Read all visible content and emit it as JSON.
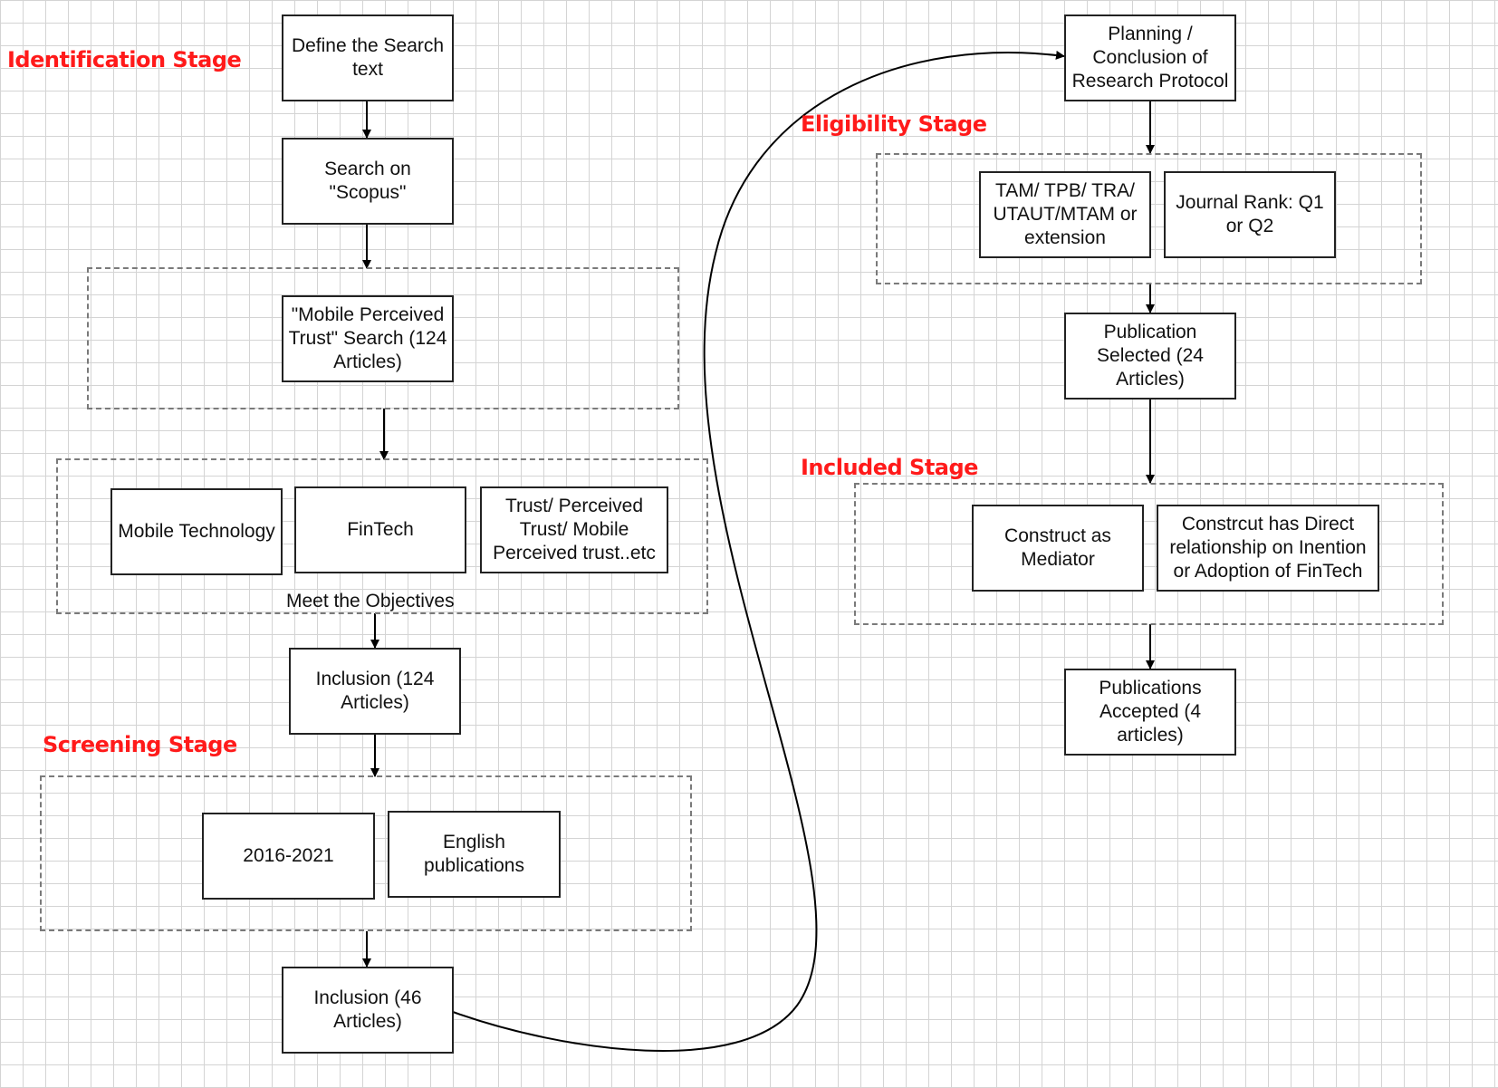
{
  "stages": {
    "identification": "Identification Stage",
    "eligibility": "Eligibility Stage",
    "included": "Included Stage",
    "screening": "Screening Stage"
  },
  "nodes": {
    "define_search": "Define the Search text",
    "search_scopus": "Search on \"Scopus\"",
    "mobile_trust_search": "\"Mobile Perceived Trust\" Search (124 Articles)",
    "mobile_technology": "Mobile Technology",
    "fintech": "FinTech",
    "trust_terms": "Trust/ Perceived Trust/ Mobile Perceived trust..etc",
    "meet_objectives": "Meet the Objectives",
    "inclusion_124": "Inclusion (124 Articles)",
    "years": "2016-2021",
    "english": "English publications",
    "inclusion_46": "Inclusion (46 Articles)",
    "planning": "Planning / Conclusion of Research Protocol",
    "models": "TAM/ TPB/ TRA/ UTAUT/MTAM or extension",
    "journal_rank": "Journal Rank: Q1 or Q2",
    "publication_selected": "Publication Selected (24 Articles)",
    "construct_mediator": "Construct as Mediator",
    "construct_direct": "Constrcut has Direct relationship on Inention or Adoption of FinTech",
    "publications_accepted": "Publications Accepted (4 articles)"
  },
  "colors": {
    "stage_label": "#ff1a1a",
    "grid": "#d4d4d4",
    "box_border": "#222222",
    "group_border": "#7a7a7a"
  }
}
